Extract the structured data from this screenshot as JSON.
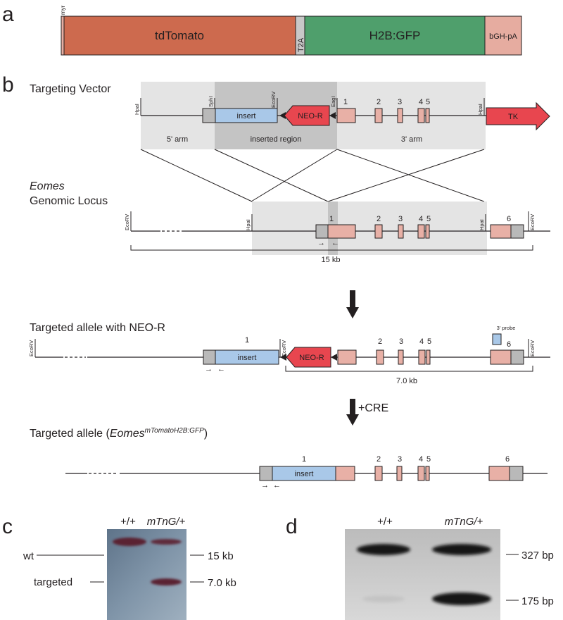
{
  "panels": {
    "a": "a",
    "b": "b",
    "c": "c",
    "d": "d"
  },
  "panel_a": {
    "myr": "myr",
    "tdtomato": "tdTomato",
    "t2a": "T2A",
    "h2b_gfp": "H2B:GFP",
    "bgh_pa": "bGH-pA",
    "colors": {
      "tdtomato": "#cd6a4e",
      "h2b_gfp": "#4f9f6c",
      "bgh_pa": "#e6aca0",
      "t2a": "#c8c8c8"
    }
  },
  "targeting_vector": {
    "title": "Targeting Vector",
    "hpal": "HpaI",
    "sphl": "SphI",
    "insert": "insert",
    "ecorv": "EcoRV",
    "neo": "NEO-R",
    "eagl": "EagI",
    "exons": [
      "1",
      "2",
      "3",
      "4",
      "5"
    ],
    "tk": "TK",
    "arm5": "5' arm",
    "inserted_region": "inserted region",
    "arm3": "3' arm"
  },
  "genomic_locus": {
    "title_italic": "Eomes",
    "title": "Genomic Locus",
    "ecorv": "EcoRV",
    "hpal": "HpaI",
    "exons": [
      "1",
      "2",
      "3",
      "4",
      "5",
      "6"
    ],
    "size": "15 kb"
  },
  "neo_allele": {
    "title": "Targeted allele with NEO-R",
    "ecorv": "EcoRV",
    "insert": "insert",
    "exon1": "1",
    "neo": "NEO-R",
    "exons": [
      "2",
      "3",
      "4",
      "5",
      "6"
    ],
    "probe": "3' probe",
    "size": "7.0 kb"
  },
  "cre_step": {
    "label": "+CRE"
  },
  "final_allele": {
    "title_prefix": "Targeted allele (",
    "title_italic": "Eomes",
    "title_sup": "mTomatoH2B:GFP",
    "title_suffix": ")",
    "insert": "insert",
    "exons": [
      "1",
      "2",
      "3",
      "4",
      "5",
      "6"
    ]
  },
  "colors": {
    "exon": "#e8b0a6",
    "insert": "#a9c8e8",
    "neo": "#e8464f",
    "shade_light": "#e4e4e4",
    "shade_dark": "#c4c4c4"
  },
  "panel_c": {
    "lane1": "+/+",
    "lane2": "mTnG/+",
    "wt": "wt",
    "targeted": "targeted",
    "band1": "15 kb",
    "band2": "7.0 kb"
  },
  "panel_d": {
    "lane1": "+/+",
    "lane2": "mTnG/+",
    "band1": "327 bp",
    "band2": "175 bp"
  }
}
